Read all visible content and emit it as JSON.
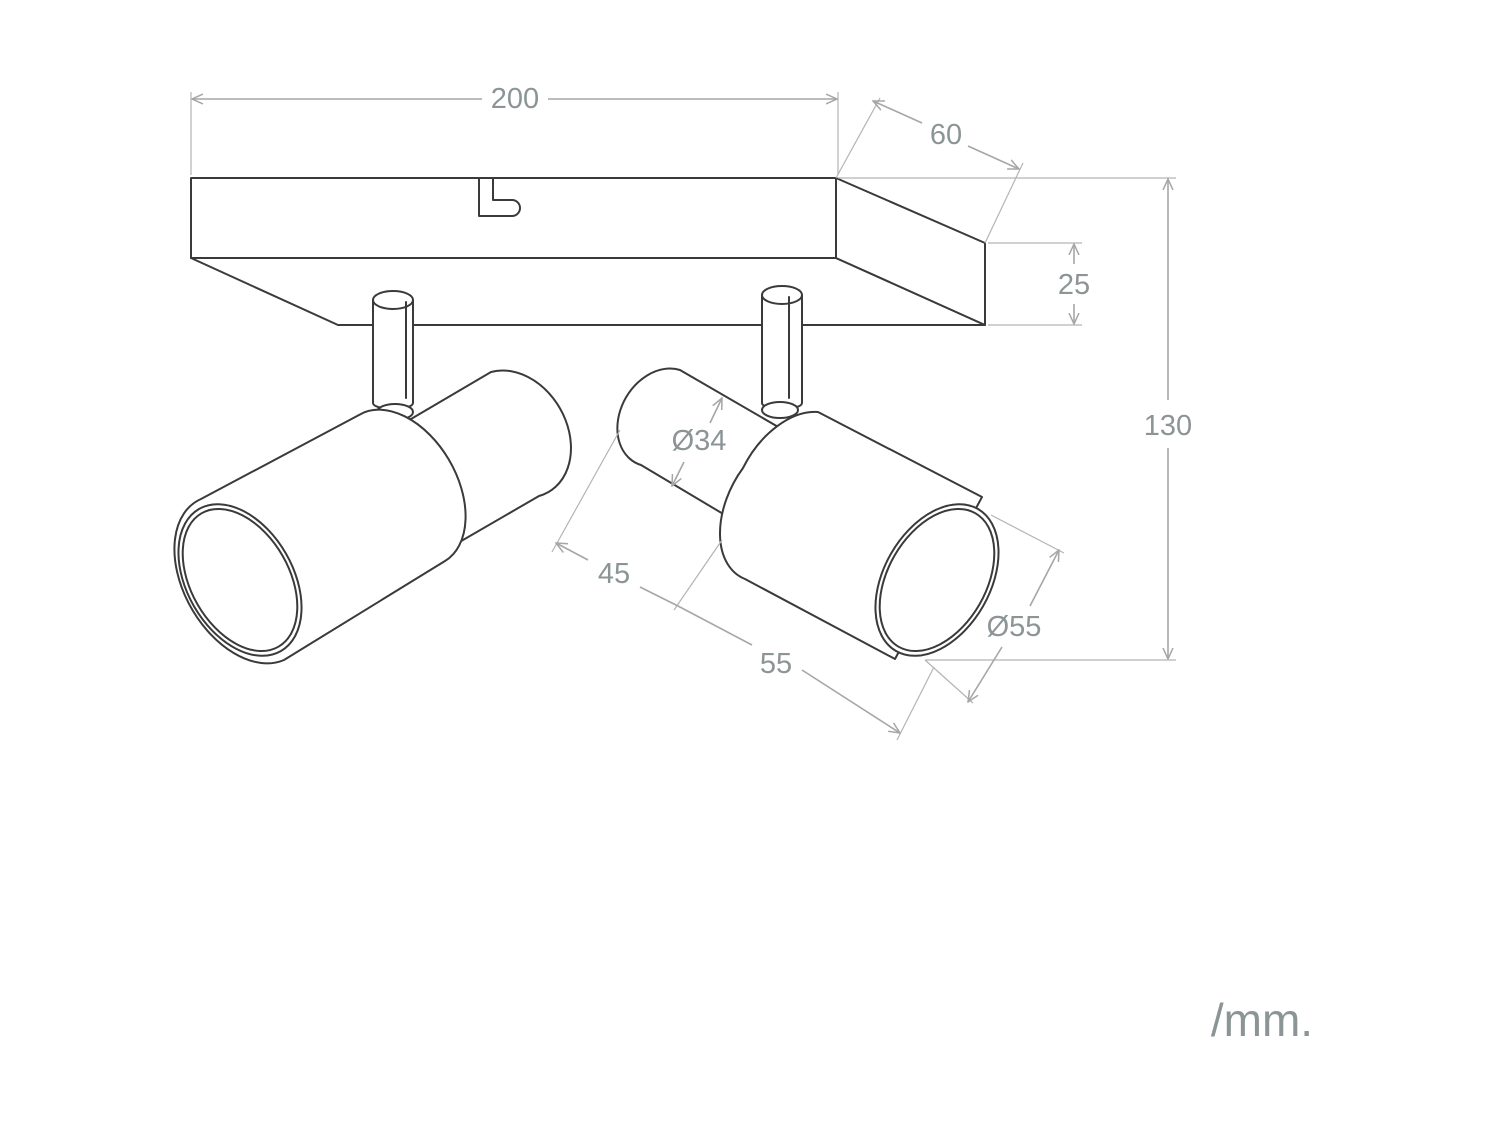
{
  "dimensions": {
    "width": "200",
    "depth": "60",
    "base_height": "25",
    "total_height": "130",
    "neck_diameter": "Ø34",
    "neck_length": "45",
    "head_length": "55",
    "head_diameter": "Ø55"
  },
  "unit": "/mm.",
  "colors": {
    "outline": "#3a3a3a",
    "dimension_line": "#a6a6a6",
    "dimension_text": "#8c9596"
  }
}
